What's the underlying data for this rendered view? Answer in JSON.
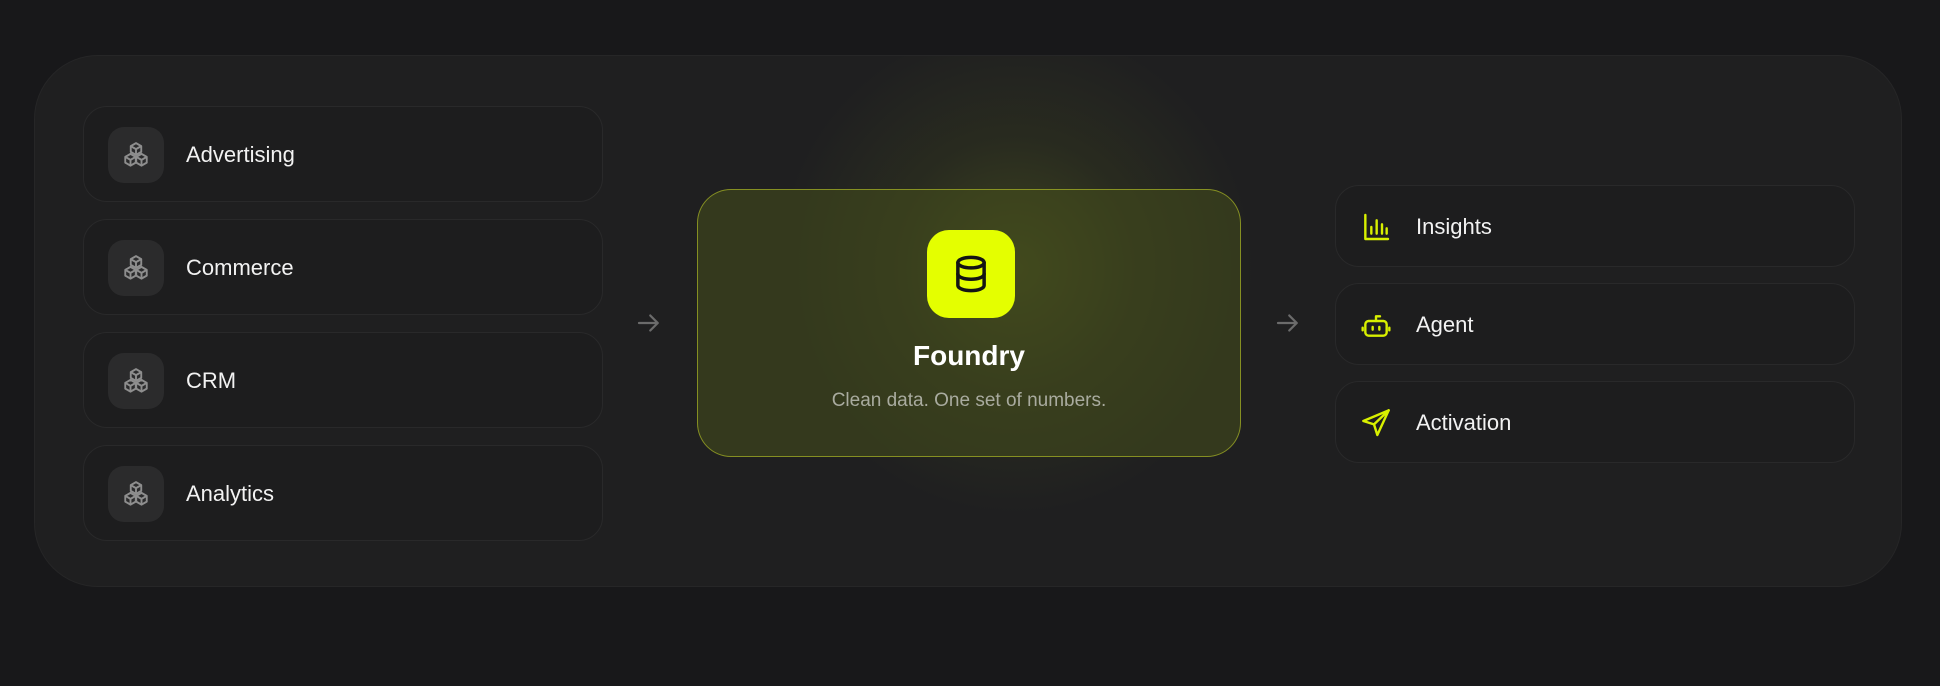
{
  "sources": [
    {
      "label": "Advertising",
      "icon": "boxes-icon"
    },
    {
      "label": "Commerce",
      "icon": "boxes-icon"
    },
    {
      "label": "CRM",
      "icon": "boxes-icon"
    },
    {
      "label": "Analytics",
      "icon": "boxes-icon"
    }
  ],
  "hub": {
    "title": "Foundry",
    "subtitle": "Clean data. One set of numbers.",
    "icon": "database-icon"
  },
  "outputs": [
    {
      "label": "Insights",
      "icon": "bar-chart-icon"
    },
    {
      "label": "Agent",
      "icon": "robot-icon"
    },
    {
      "label": "Activation",
      "icon": "send-icon"
    }
  ],
  "colors": {
    "background": "#18181a",
    "panel": "#1f1f20",
    "accent": "#e4ff00",
    "hub_border": "#c8d728",
    "text": "#f2f2f2",
    "muted_text": "#a9ab9f",
    "source_icon": "#8e8e8e",
    "arrow": "#6b6b6b"
  }
}
